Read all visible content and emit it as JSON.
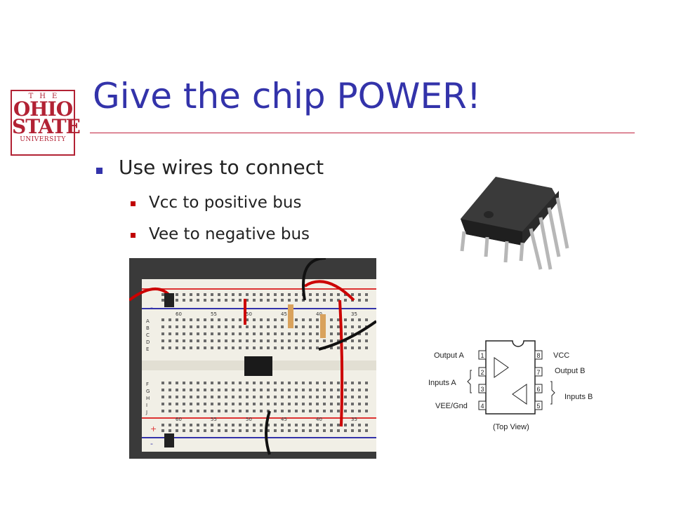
{
  "logo": {
    "line1": "THE",
    "line2": "OHIO",
    "line3": "STATE",
    "line4": "UNIVERSITY"
  },
  "slide": {
    "title": "Give the chip POWER!",
    "bullet1": "Use wires to connect",
    "sub_bullets": [
      "Vcc to positive bus",
      "Vee to negative bus"
    ]
  },
  "breadboard": {
    "rail_labels": [
      "-",
      "+",
      "-"
    ],
    "row_labels": [
      "A",
      "B",
      "C",
      "D",
      "E",
      "F",
      "G",
      "H",
      "I",
      "J"
    ],
    "column_numbers": [
      "60",
      "55",
      "50",
      "45",
      "40",
      "35"
    ]
  },
  "pinout": {
    "left_labels": [
      "Output A",
      "Inputs A",
      "VEE/Gnd"
    ],
    "right_labels": [
      "VCC",
      "Output B",
      "Inputs B"
    ],
    "left_pins": [
      "1",
      "2",
      "3",
      "4"
    ],
    "right_pins": [
      "8",
      "7",
      "6",
      "5"
    ],
    "caption": "(Top View)"
  },
  "colors": {
    "title": "#3333aa",
    "accent_red": "#c0223e",
    "logo": "#b22234"
  }
}
